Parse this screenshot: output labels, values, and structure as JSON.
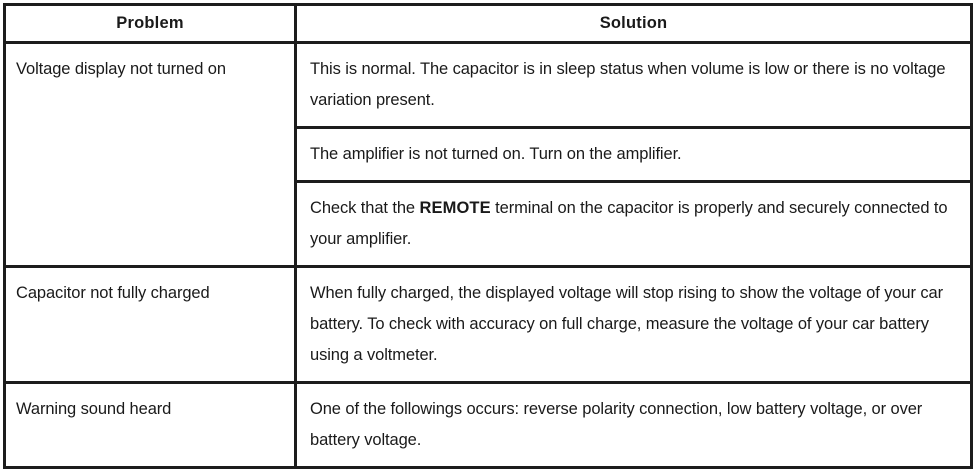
{
  "table": {
    "headers": {
      "problem": "Problem",
      "solution": "Solution"
    },
    "rows": [
      {
        "problem": "Voltage display not turned on",
        "solutions": [
          {
            "text_before": "This is normal. The capacitor is in sleep status when volume is low or there is no voltage variation present.",
            "emphasis": "",
            "text_after": ""
          },
          {
            "text_before": "The amplifier is not turned on. Turn on the amplifier.",
            "emphasis": "",
            "text_after": ""
          },
          {
            "text_before": "Check that the ",
            "emphasis": "REMOTE",
            "text_after": " terminal on the capacitor is properly and securely connected to your amplifier."
          }
        ]
      },
      {
        "problem": "Capacitor not fully charged",
        "solutions": [
          {
            "text_before": "When fully charged, the displayed voltage will stop rising to show the voltage of your car battery. To check with accuracy on full charge, measure the voltage of your car battery using a voltmeter.",
            "emphasis": "",
            "text_after": ""
          }
        ]
      },
      {
        "problem": "Warning sound heard",
        "solutions": [
          {
            "text_before": "One of the followings occurs: reverse polarity connection, low battery voltage, or over battery voltage.",
            "emphasis": "",
            "text_after": ""
          }
        ]
      }
    ]
  },
  "style": {
    "border_color": "#1c1c1c",
    "text_color": "#1a1a1a",
    "background": "#ffffff"
  }
}
